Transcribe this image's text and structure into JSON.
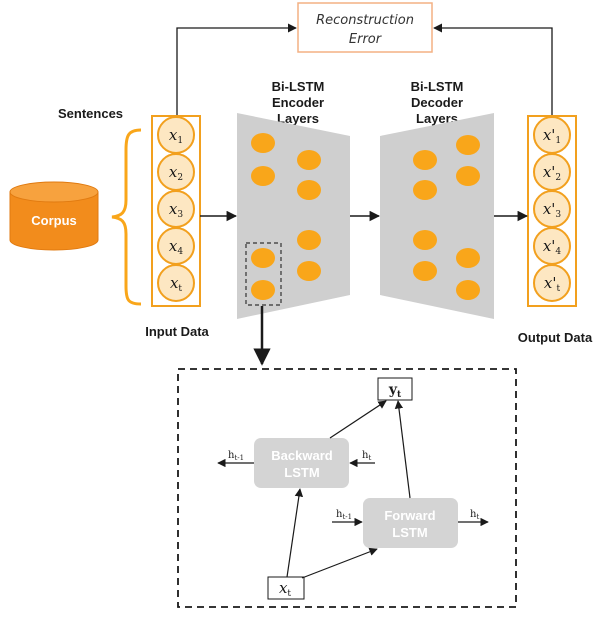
{
  "reconstruction_error": [
    "Reconstruction",
    "Error"
  ],
  "encoder_label": [
    "Bi-LSTM",
    "Encoder",
    "Layers"
  ],
  "decoder_label": [
    "Bi-LSTM",
    "Decoder",
    "Layers"
  ],
  "sentences_label": "Sentences",
  "corpus_label": "Corpus",
  "input_label": "Input Data",
  "output_label": "Output Data",
  "inputs": [
    {
      "base": "x",
      "sub": "1"
    },
    {
      "base": "x",
      "sub": "2"
    },
    {
      "base": "x",
      "sub": "3"
    },
    {
      "base": "x",
      "sub": "4"
    },
    {
      "base": "x",
      "sub": "t"
    }
  ],
  "outputs": [
    {
      "base": "x'",
      "sub": "1"
    },
    {
      "base": "x'",
      "sub": "2"
    },
    {
      "base": "x'",
      "sub": "3"
    },
    {
      "base": "x'",
      "sub": "4"
    },
    {
      "base": "x'",
      "sub": "t"
    }
  ],
  "detail": {
    "yt": {
      "base": "y",
      "sub": "t"
    },
    "xt": {
      "base": "x",
      "sub": "t"
    },
    "backward": [
      "Backward",
      "LSTM"
    ],
    "forward": [
      "Forward",
      "LSTM"
    ],
    "h_prev": {
      "base": "h",
      "sub": "t-1"
    },
    "h_t": {
      "base": "h",
      "sub": "t"
    }
  },
  "colors": {
    "orange": "#f9a61a",
    "orange_border": "#f2a01e",
    "cell_fill": "#fde7c2",
    "trapezoid": "#cfcfcf",
    "lstm_box": "#d4d4d4",
    "error_border": "#f4b183",
    "corpus": "#f28c1c"
  }
}
